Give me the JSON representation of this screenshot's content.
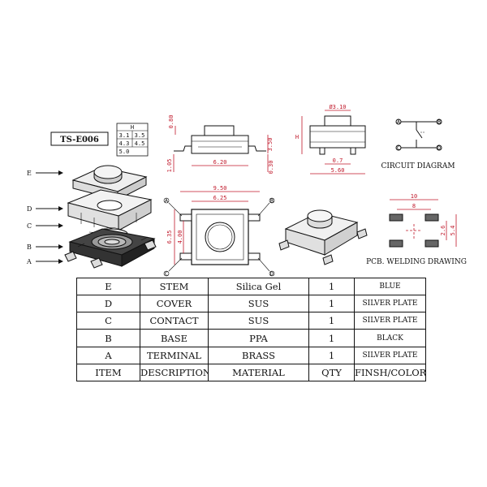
{
  "model": "TS-E006",
  "size_table": {
    "header": "H",
    "rows": [
      [
        "3.1",
        "3.5"
      ],
      [
        "4.3",
        "4.5"
      ],
      [
        "5.0",
        ""
      ]
    ]
  },
  "exploded_labels": [
    "E",
    "D",
    "C",
    "B",
    "A"
  ],
  "dimensions": {
    "front_080": "0.80",
    "front_350": "3.50",
    "front_620": "6.20",
    "front_105": "1.05",
    "front_030": "0.30",
    "side_dia": "Ø3.10",
    "side_H": "H",
    "side_07": "0.7",
    "side_560": "5.60",
    "top_950": "9.50",
    "top_625": "6.25",
    "top_635": "6.35",
    "top_400": "4.00",
    "pcb_10": "10",
    "pcb_8": "8",
    "pcb_26": "2.6",
    "pcb_54": "5.4"
  },
  "terminal_marks": [
    "A",
    "B",
    "C",
    "D"
  ],
  "circuit_terminals": [
    "A",
    "B",
    "C",
    "D"
  ],
  "captions": {
    "circuit": "CIRCUIT DIAGRAM",
    "pcb": "PCB. WELDING DRAWING"
  },
  "bom": {
    "rows": [
      {
        "item": "E",
        "description": "STEM",
        "material": "Silica Gel",
        "qty": "1",
        "finish": "BLUE"
      },
      {
        "item": "D",
        "description": "COVER",
        "material": "SUS",
        "qty": "1",
        "finish": "SILVER PLATE"
      },
      {
        "item": "C",
        "description": "CONTACT",
        "material": "SUS",
        "qty": "1",
        "finish": "SILVER PLATE"
      },
      {
        "item": "B",
        "description": "BASE",
        "material": "PPA",
        "qty": "1",
        "finish": "BLACK"
      },
      {
        "item": "A",
        "description": "TERMINAL",
        "material": "BRASS",
        "qty": "1",
        "finish": "SILVER PLATE"
      }
    ],
    "header": {
      "item": "ITEM",
      "description": "DESCRIPTION",
      "material": "MATERIAL",
      "qty": "QTY",
      "finish": "FINSH/COLOR"
    }
  }
}
